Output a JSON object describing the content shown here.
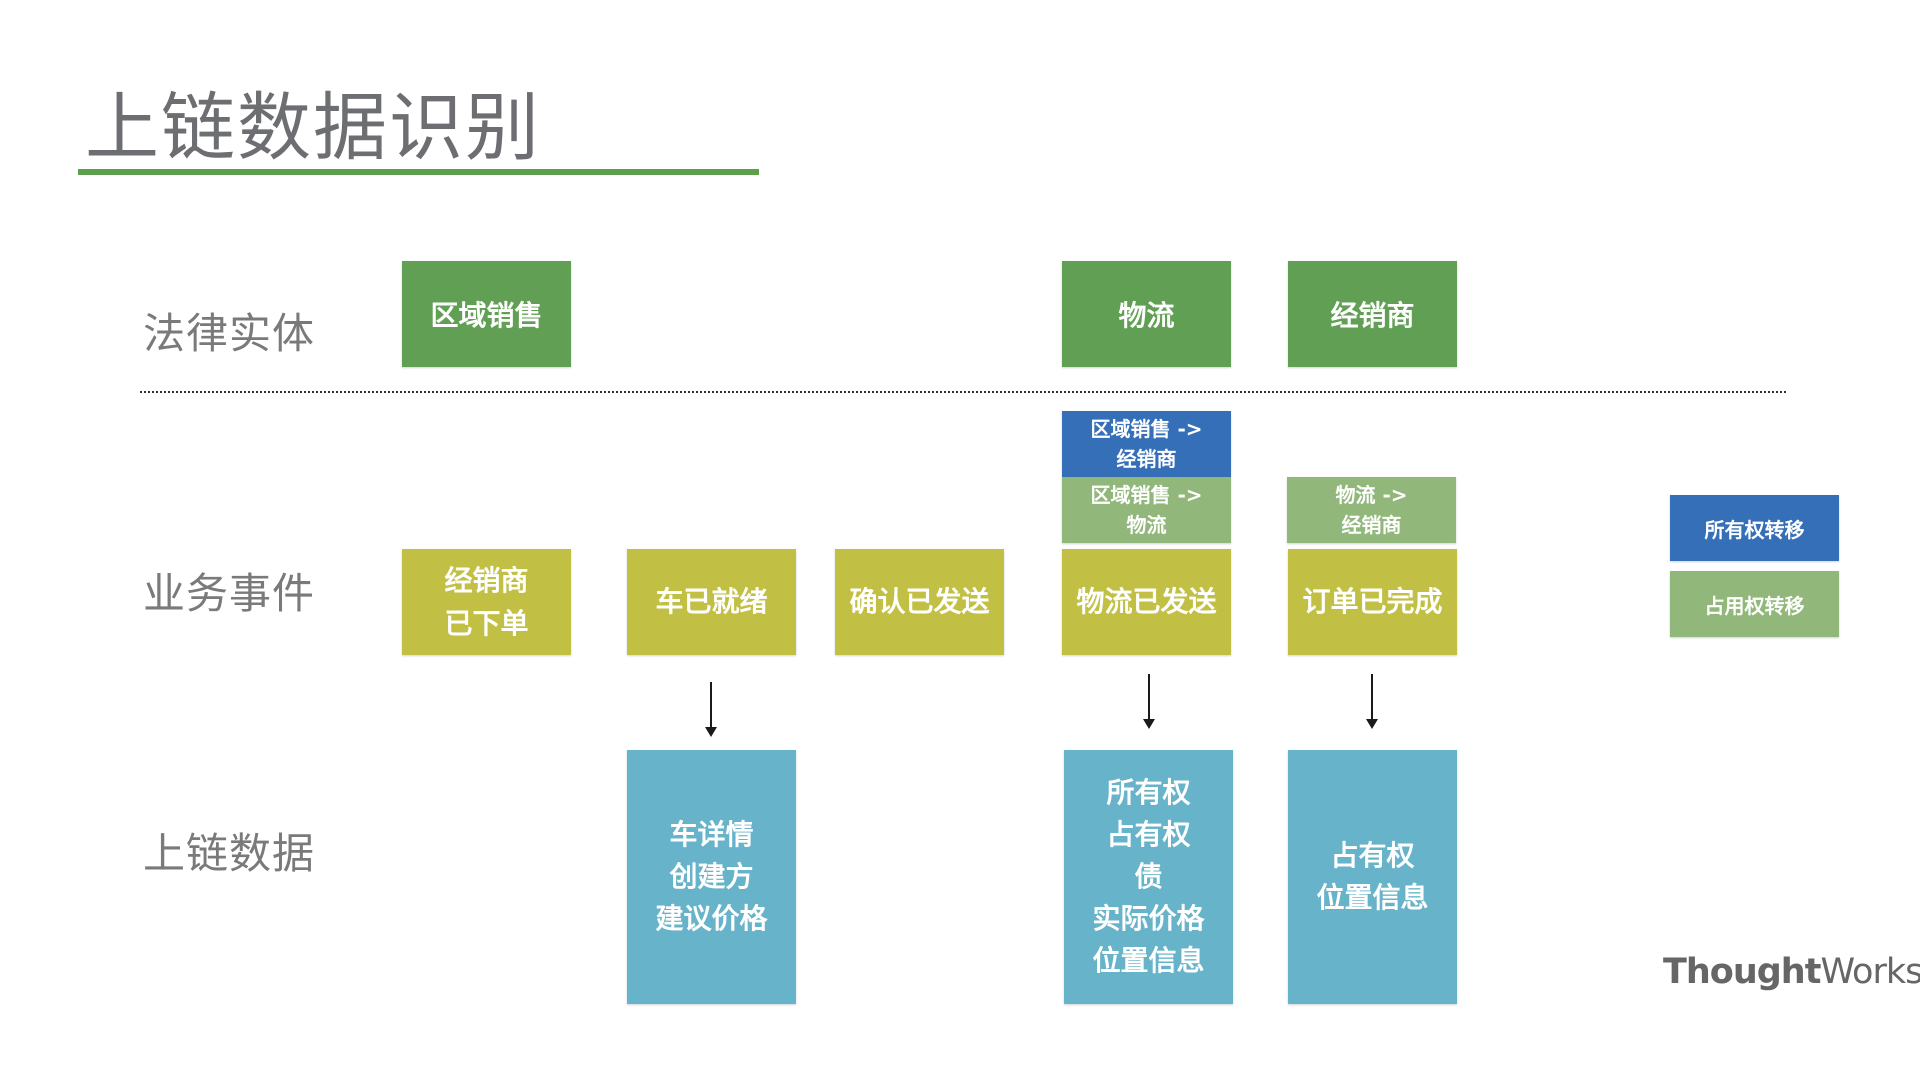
{
  "title": "上链数据识别",
  "row_labels": {
    "legal_entity": "法律实体",
    "business_event": "业务事件",
    "on_chain_data": "上链数据"
  },
  "entities": {
    "regional_sales": "区域销售",
    "logistics": "物流",
    "dealer": "经销商"
  },
  "events": {
    "dealer_ordered": [
      "经销商",
      "已下单"
    ],
    "car_ready": "车已就绪",
    "confirm_shipped": "确认已发送",
    "logistics_shipped": "物流已发送",
    "order_completed": "订单已完成"
  },
  "transfers": {
    "regional_to_dealer": [
      "区域销售 ->",
      "经销商"
    ],
    "regional_to_logistics": [
      "区域销售 ->",
      "物流"
    ],
    "logistics_to_dealer": [
      "物流 ->",
      "经销商"
    ]
  },
  "chain_data": {
    "car_ready": [
      "车详情",
      "创建方",
      "建议价格"
    ],
    "logistics_shipped": [
      "所有权",
      "占有权",
      "债",
      "实际价格",
      "位置信息"
    ],
    "order_completed": [
      "占有权",
      "位置信息"
    ]
  },
  "legend": {
    "ownership_transfer": "所有权转移",
    "possession_transfer": "占用权转移"
  },
  "logo": {
    "part1": "Thought",
    "part2": "Works",
    "mark": "®"
  },
  "colors": {
    "entity_green": "#619f54",
    "event_yellow_green": "#c1c044",
    "ownership_blue": "#356fb8",
    "possession_light_green": "#91b77a",
    "data_teal": "#67b3c9",
    "title_underline": "#5e9f4e"
  }
}
